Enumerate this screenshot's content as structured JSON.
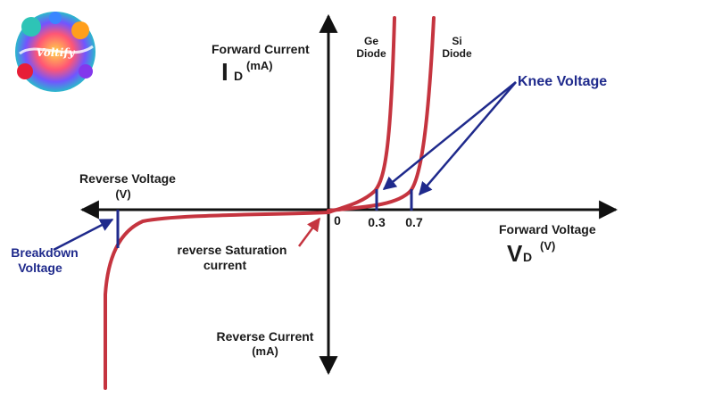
{
  "colors": {
    "curve": "#c5343f",
    "axis": "#111111",
    "marker": "#1f2a8c",
    "text": "#1a1a1a",
    "annotation": "#1f2a8c",
    "saturation_arrow": "#c5343f"
  },
  "logo": {
    "text": "Voltify",
    "description_icon": "colorful-logo-icon"
  },
  "axes": {
    "forward_current_line1": "Forward Current",
    "forward_current_symbol": "I",
    "forward_current_sub": "D",
    "forward_current_unit": "(mA)",
    "reverse_voltage_line1": "Reverse Voltage",
    "reverse_voltage_unit": "(V)",
    "forward_voltage_line1": "Forward Voltage",
    "forward_voltage_symbol": "V",
    "forward_voltage_sub": "D",
    "forward_voltage_unit": "(V)",
    "reverse_current_line1": "Reverse Current",
    "reverse_current_unit": "(mA)"
  },
  "ticks": {
    "origin": "0",
    "ge_knee": "0.3",
    "si_knee": "0.7"
  },
  "curves": {
    "ge_label_line1": "Ge",
    "ge_label_line2": "Diode",
    "si_label_line1": "Si",
    "si_label_line2": "Diode"
  },
  "annotations": {
    "knee_voltage": "Knee Voltage",
    "breakdown_line1": "Breakdown",
    "breakdown_line2": "Voltage",
    "saturation_line1": "reverse Saturation",
    "saturation_line2": "current"
  }
}
